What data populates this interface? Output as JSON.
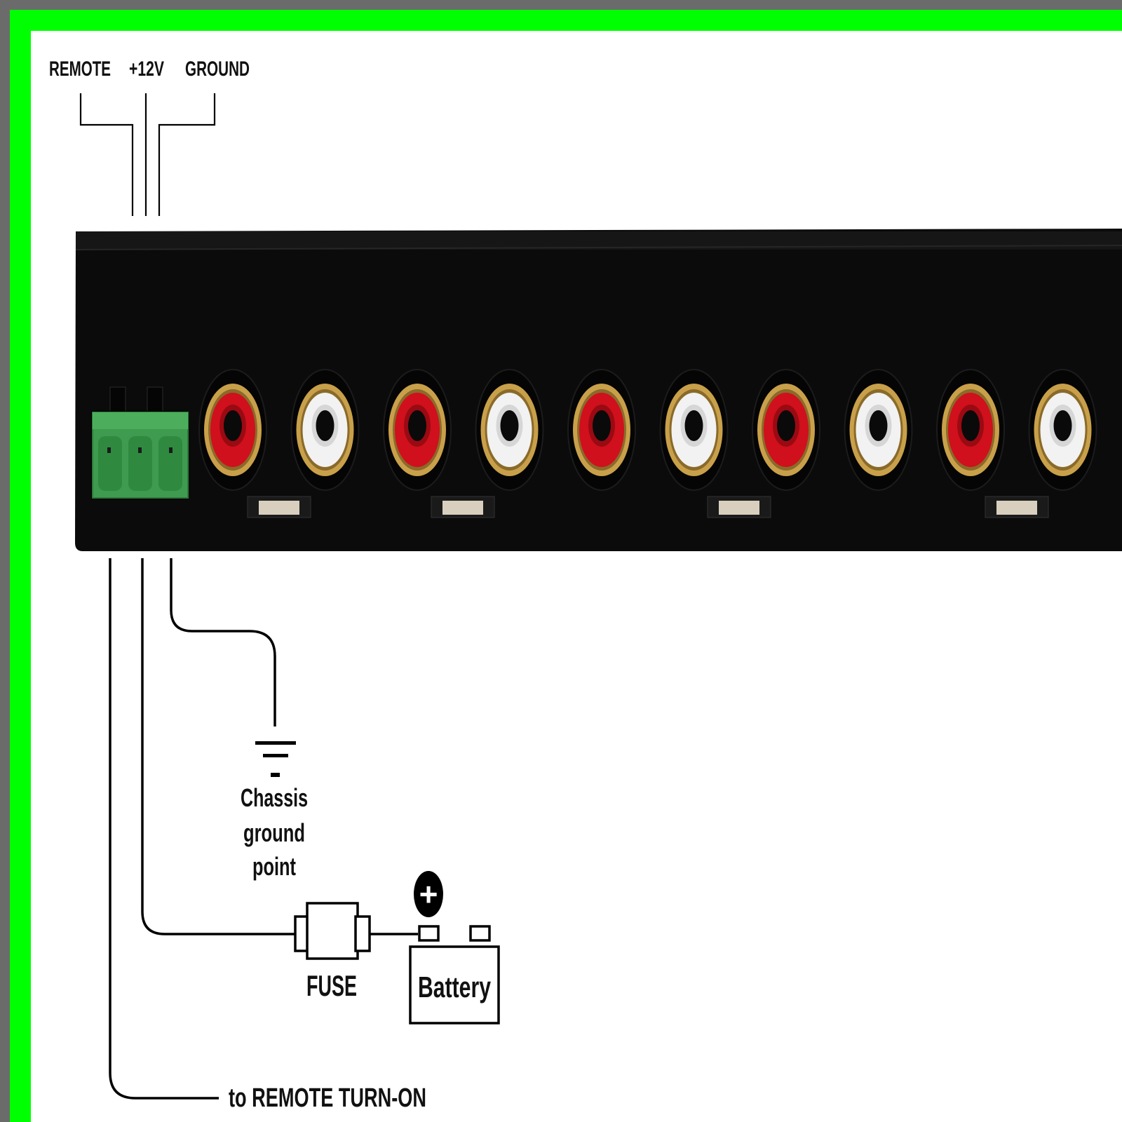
{
  "colors": {
    "frame_outer": "#6b6b6b",
    "frame_inner": "#00ff00",
    "background": "#ffffff",
    "device_body": "#0b0b0b",
    "terminal_block": "#3f9b4f",
    "rca_red": "#d0101c",
    "rca_white": "#f2f2f2",
    "rca_ring": "#c9a04a"
  },
  "labels": {
    "remote": "REMOTE",
    "plus12v": "+12V",
    "ground": "GROUND",
    "chassis_line1": "Chassis",
    "chassis_line2": "ground",
    "chassis_line3": "point",
    "fuse": "FUSE",
    "battery": "Battery",
    "positive_sign": "+",
    "remote_turn_on": "to REMOTE TURN-ON"
  },
  "device": {
    "terminal_pins": 3,
    "rca_jacks": [
      "red",
      "white",
      "red",
      "white",
      "red",
      "white",
      "red",
      "white",
      "red",
      "white"
    ],
    "tabs": 4
  },
  "icons": {
    "ground": "ground-symbol-icon",
    "fuse": "fuse-icon",
    "battery": "battery-icon",
    "positive": "positive-terminal-icon"
  }
}
